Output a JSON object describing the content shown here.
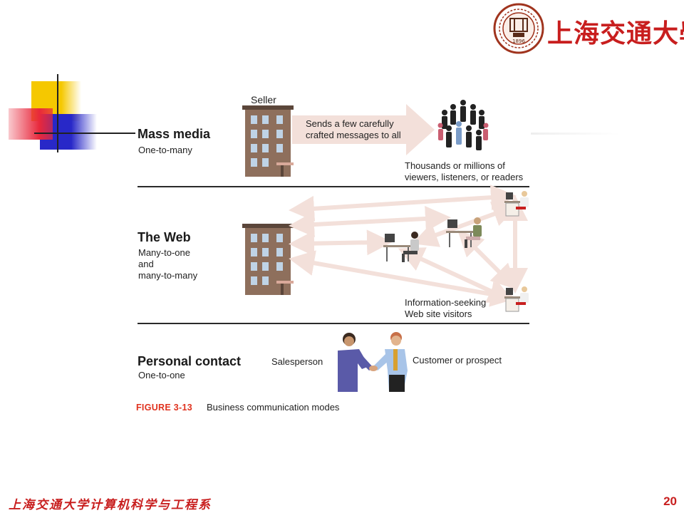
{
  "header": {
    "university_name": "上海交通大學",
    "seal_text": "1896"
  },
  "sections": {
    "mass_media": {
      "title": "Mass media",
      "subtitle": "One-to-many",
      "seller_label": "Seller",
      "message_line1": "Sends a few carefully",
      "message_line2": "crafted messages to all",
      "audience_line1": "Thousands or millions of",
      "audience_line2": "viewers, listeners, or readers"
    },
    "web": {
      "title": "The Web",
      "subtitle_line1": "Many-to-one",
      "subtitle_line2": "and",
      "subtitle_line3": "many-to-many",
      "visitors_line1": "Information-seeking",
      "visitors_line2": "Web site visitors"
    },
    "personal": {
      "title": "Personal contact",
      "subtitle": "One-to-one",
      "salesperson_label": "Salesperson",
      "customer_label": "Customer or prospect"
    }
  },
  "figure": {
    "number": "FIGURE 3-13",
    "caption": "Business communication modes"
  },
  "footer": {
    "department": "上海交通大学计算机科学与工程系",
    "page_number": "20"
  },
  "colors": {
    "accent_red": "#c81e1e",
    "figure_red": "#e0321e",
    "arrow_fill": "#f3e0da",
    "deco_yellow": "#f5c800",
    "deco_blue": "#2828c8",
    "deco_red": "#e8283c"
  }
}
